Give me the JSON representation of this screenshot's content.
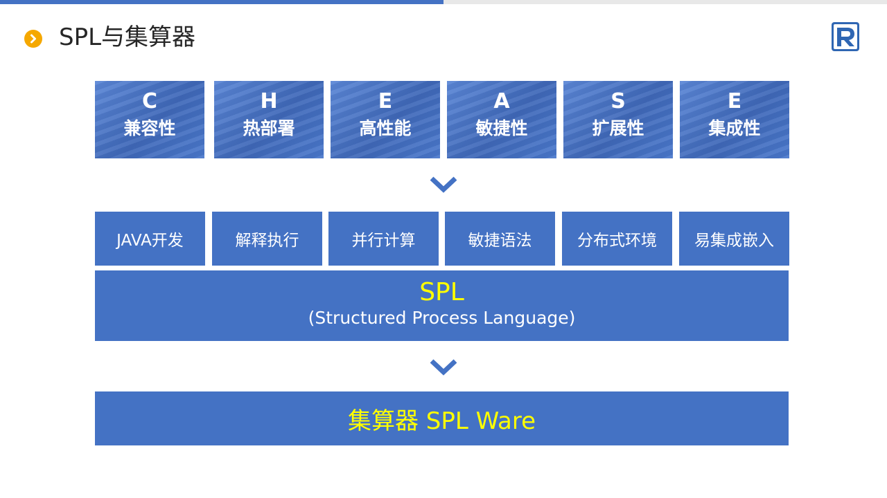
{
  "slide": {
    "title": "SPL与集算器"
  },
  "features": [
    {
      "letter": "C",
      "label": "兼容性"
    },
    {
      "letter": "H",
      "label": "热部署"
    },
    {
      "letter": "E",
      "label": "高性能"
    },
    {
      "letter": "A",
      "label": "敏捷性"
    },
    {
      "letter": "S",
      "label": "扩展性"
    },
    {
      "letter": "E",
      "label": "集成性"
    }
  ],
  "capabilities": [
    "JAVA开发",
    "解释执行",
    "并行计算",
    "敏捷语法",
    "分布式环境",
    "易集成嵌入"
  ],
  "spl": {
    "name": "SPL",
    "full_name": "(Structured Process Language)"
  },
  "product": {
    "name": "集算器 SPL Ware"
  },
  "colors": {
    "accent_blue": "#4472c4",
    "highlight_yellow": "#ffff00",
    "bullet_orange": "#f5a800"
  },
  "icons": {
    "bullet": "chevron-right-circle-icon",
    "logo": "r-logo-icon",
    "arrow": "chevron-down-icon"
  }
}
